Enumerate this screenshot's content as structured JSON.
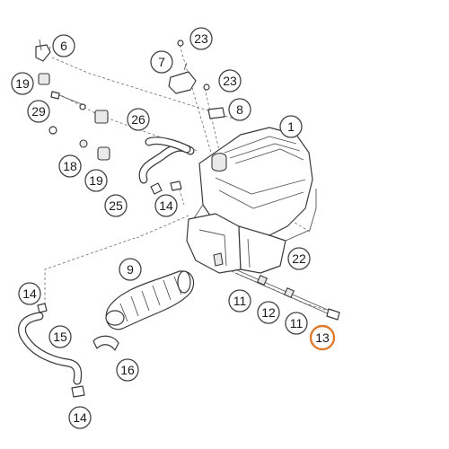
{
  "callouts": [
    {
      "label": "6"
    },
    {
      "label": "19"
    },
    {
      "label": "29"
    },
    {
      "label": "23"
    },
    {
      "label": "7"
    },
    {
      "label": "23"
    },
    {
      "label": "8"
    },
    {
      "label": "26"
    },
    {
      "label": "1"
    },
    {
      "label": "18"
    },
    {
      "label": "19"
    },
    {
      "label": "25"
    },
    {
      "label": "14"
    },
    {
      "label": "22"
    },
    {
      "label": "9"
    },
    {
      "label": "14"
    },
    {
      "label": "11"
    },
    {
      "label": "12"
    },
    {
      "label": "11"
    },
    {
      "label": "13"
    },
    {
      "label": "15"
    },
    {
      "label": "16"
    },
    {
      "label": "14"
    }
  ],
  "highlight_color": "#e07a2b",
  "line_color": "#3a3a3a"
}
